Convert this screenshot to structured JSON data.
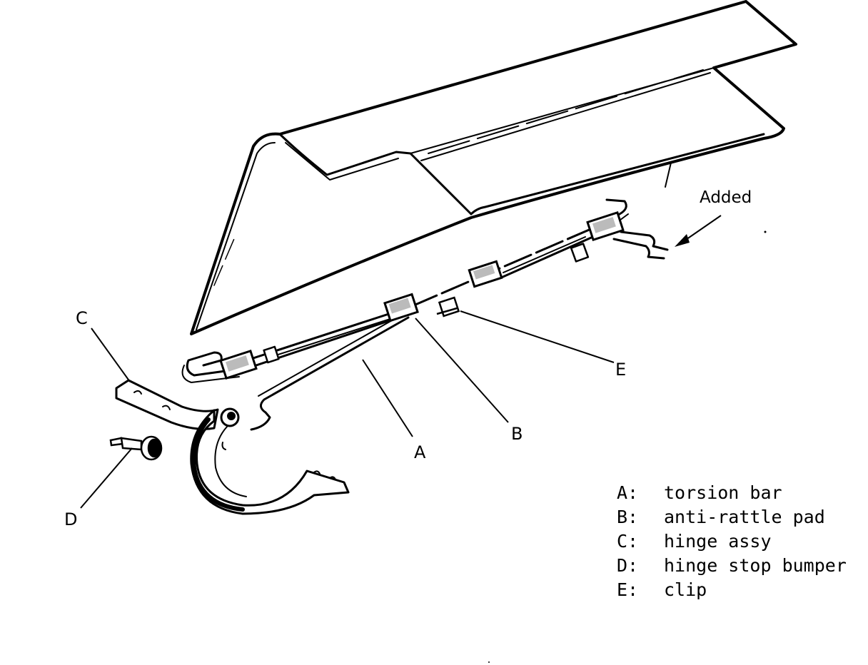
{
  "diagram": {
    "callouts": {
      "a": "A",
      "b": "B",
      "c": "C",
      "d": "D",
      "e": "E"
    },
    "added_label": "Added",
    "legend": [
      {
        "key": "A:",
        "text": "torsion bar"
      },
      {
        "key": "B:",
        "text": "anti-rattle pad"
      },
      {
        "key": "C:",
        "text": "hinge assy"
      },
      {
        "key": "D:",
        "text": "hinge stop bumper"
      },
      {
        "key": "E:",
        "text": "clip"
      }
    ],
    "colors": {
      "ink": "#000000",
      "paper": "#ffffff"
    }
  }
}
